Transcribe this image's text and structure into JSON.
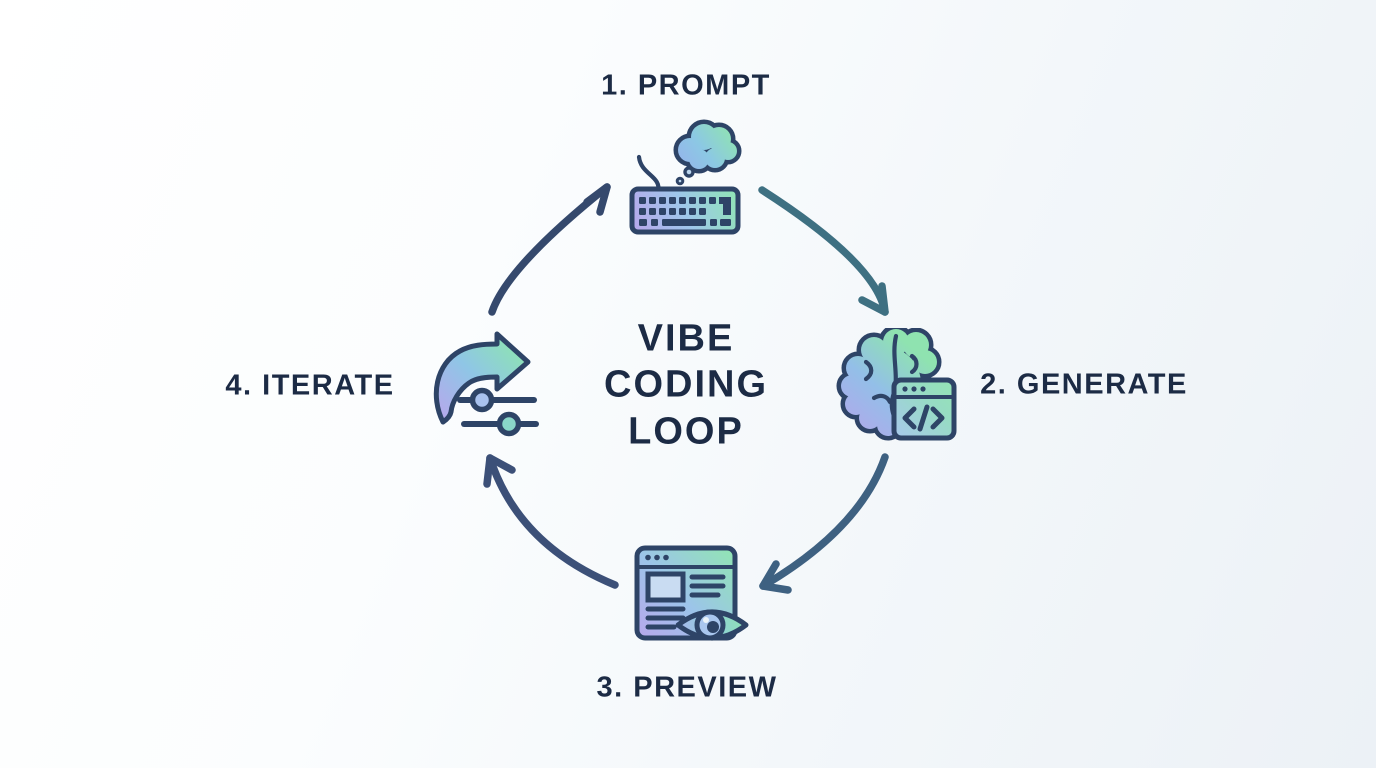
{
  "diagram": {
    "title": "VIBE\nCODING\nLOOP",
    "steps": [
      {
        "label": "1. PROMPT",
        "icon": "keyboard-thought-icon",
        "position": "top"
      },
      {
        "label": "2. GENERATE",
        "icon": "brain-code-icon",
        "position": "right"
      },
      {
        "label": "3. PREVIEW",
        "icon": "browser-eye-icon",
        "position": "bottom"
      },
      {
        "label": "4. ITERATE",
        "icon": "loop-sliders-icon",
        "position": "left"
      }
    ],
    "flow": [
      "prompt-to-generate",
      "generate-to-preview",
      "preview-to-iterate",
      "iterate-to-prompt"
    ],
    "colors": {
      "text": "#1c2b45",
      "icon_outline": "#2e4467",
      "gradient_purple": "#b7a7ec",
      "gradient_blue": "#9cc3ea",
      "gradient_green": "#8fe5b3",
      "gradient_teal": "#8ad6c8",
      "arrow_top_left": "#35496d",
      "arrow_top_right": "#3e7082",
      "arrow_bottom_right": "#3e6181",
      "arrow_bottom_left": "#3c5078",
      "background_light": "#ffffff",
      "background_shade": "#ecf1f6"
    }
  }
}
